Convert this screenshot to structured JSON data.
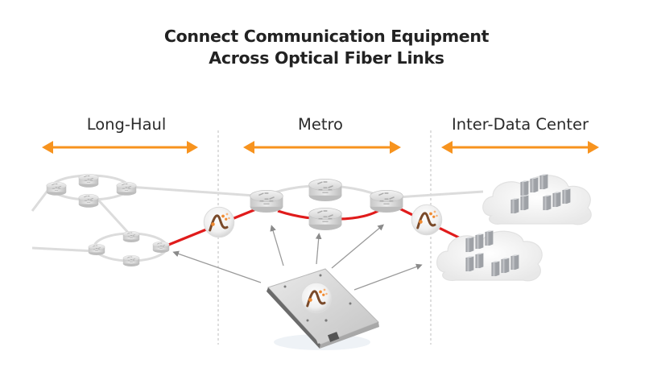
{
  "title": {
    "line1": "Connect Communication Equipment",
    "line2": "Across Optical Fiber Links"
  },
  "segments": [
    {
      "label": "Long-Haul"
    },
    {
      "label": "Metro"
    },
    {
      "label": "Inter-Data Center"
    }
  ],
  "colors": {
    "arrow": "#f7931e",
    "fiber_link": "#e01b1b",
    "network_link": "#d8d8d8",
    "pointer": "#9a9a9a",
    "divider": "#c8c8c8",
    "logo_wave": "#7a4a2a",
    "logo_dots": "#f08a30"
  },
  "icons": {
    "router": "router-icon",
    "amplifier": "optical-module-logo-icon",
    "datacenter": "server-cloud-icon",
    "card": "line-card-module-icon"
  }
}
